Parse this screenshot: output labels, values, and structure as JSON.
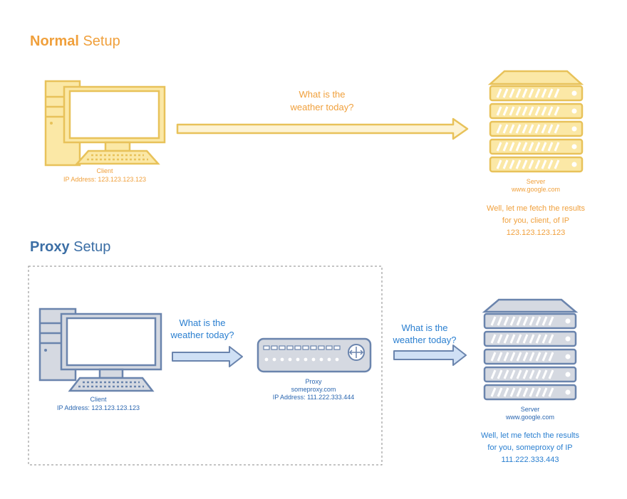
{
  "normal": {
    "title_bold": "Normal",
    "title_rest": " Setup",
    "client": {
      "name": "Client",
      "ip": "IP Address: 123.123.123.123"
    },
    "question": [
      "What is the",
      "weather today?"
    ],
    "server": {
      "name": "Server",
      "host": "www.google.com"
    },
    "answer": [
      "Well, let me fetch the results",
      "for you, client, of IP",
      "123.123.123.123"
    ]
  },
  "proxy_setup": {
    "title_bold": "Proxy",
    "title_rest": " Setup",
    "client": {
      "name": "Client",
      "ip": "IP Address: 123.123.123.123"
    },
    "question1": [
      "What is the",
      "weather today?"
    ],
    "proxy": {
      "name": "Proxy",
      "host": "someproxy.com",
      "ip": "IP Address: 111.222.333.444"
    },
    "question2": [
      "What is the",
      "weather today?"
    ],
    "server": {
      "name": "Server",
      "host": "www.google.com"
    },
    "answer": [
      "Well, let me fetch the results",
      "for you, someproxy of IP",
      "111.222.333.443"
    ]
  },
  "colors": {
    "normal_stroke": "#e8c25a",
    "normal_fill": "#fbe8a6",
    "normal_text": "#f0a03c",
    "proxy_stroke": "#6a84ad",
    "proxy_fill": "#d5d9e1",
    "proxy_text": "#2a66b0",
    "arrow_fill": "#cfe0f5"
  }
}
